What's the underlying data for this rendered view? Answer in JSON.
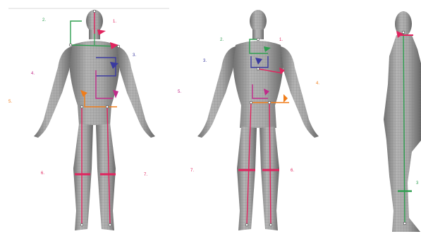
{
  "panels": [
    {
      "view": "front",
      "labels": [
        {
          "text": "1.",
          "color": "#e0245e"
        },
        {
          "text": "2.",
          "color": "#2e9e4f"
        },
        {
          "text": "3.",
          "color": "#3a3aa0"
        },
        {
          "text": "4.",
          "color": "#c02a8a"
        },
        {
          "text": "5.",
          "color": "#f07d1a"
        },
        {
          "text": "6.",
          "color": "#e0245e"
        },
        {
          "text": "7.",
          "color": "#e0245e"
        }
      ]
    },
    {
      "view": "back",
      "labels": [
        {
          "text": "1.",
          "color": "#e0245e"
        },
        {
          "text": "2.",
          "color": "#2e9e4f"
        },
        {
          "text": "3.",
          "color": "#3a3aa0"
        },
        {
          "text": "4.",
          "color": "#f07d1a"
        },
        {
          "text": "5.",
          "color": "#c02a8a"
        },
        {
          "text": "6.",
          "color": "#e0245e"
        },
        {
          "text": "7.",
          "color": "#e0245e"
        }
      ]
    },
    {
      "view": "side",
      "labels": [
        {
          "text": "3",
          "color": "#2e9e4f"
        }
      ]
    }
  ],
  "colors": {
    "skin": "#9a9a9a",
    "skin_dark": "#6e6e6e",
    "mesh": "#5a5a5a",
    "red": "#e0245e",
    "green": "#2e9e4f",
    "blue": "#3a3aa0",
    "magenta": "#c02a8a",
    "orange": "#f07d1a",
    "divider": "#dcdcdc"
  }
}
